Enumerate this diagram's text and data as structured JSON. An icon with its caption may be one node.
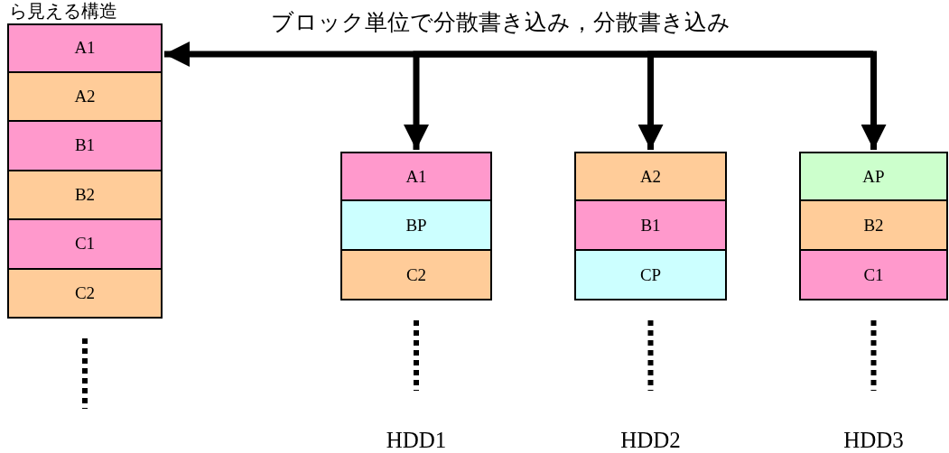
{
  "diagram": {
    "nodes": [
      {
        "text": [
          "ら見える構造"
        ]
      },
      {
        "text": [
          "A1"
        ],
        "in": 0
      },
      {
        "text": [
          "A2"
        ],
        "in": 0
      },
      {
        "text": [
          "B1"
        ],
        "in": 0
      },
      {
        "text": [
          "B2"
        ],
        "in": 0
      },
      {
        "text": [
          "C1"
        ],
        "in": 0
      },
      {
        "text": [
          "C2"
        ],
        "in": 0
      },
      {
        "text": [
          "HDD1"
        ]
      },
      {
        "text": [
          "A1"
        ],
        "in": 7
      },
      {
        "text": [
          "BP"
        ],
        "in": 7
      },
      {
        "text": [
          "C2"
        ],
        "in": 7
      },
      {
        "text": [
          "HDD2"
        ]
      },
      {
        "text": [
          "A2"
        ],
        "in": 11
      },
      {
        "text": [
          "B1"
        ],
        "in": 11
      },
      {
        "text": [
          "CP"
        ],
        "in": 11
      },
      {
        "text": [
          "HDD3"
        ]
      },
      {
        "text": [
          "AP"
        ],
        "in": 15
      },
      {
        "text": [
          "B2"
        ],
        "in": 15
      },
      {
        "text": [
          "C1"
        ],
        "in": 15
      }
    ],
    "edges": [
      {
        "from": null,
        "to": 0,
        "arrow": "to"
      },
      {
        "from": null,
        "to": 7,
        "arrow": "to"
      },
      {
        "from": null,
        "to": 11,
        "arrow": "to"
      },
      {
        "from": null,
        "to": 15,
        "arrow": "to"
      }
    ],
    "labels": [
      "ブロック単位で分散書き込み，分散書き込み"
    ]
  }
}
